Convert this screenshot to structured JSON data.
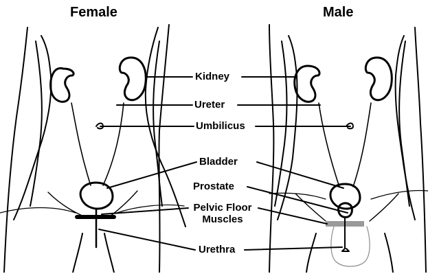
{
  "titles": {
    "female": "Female",
    "male": "Male"
  },
  "labels": {
    "kidney": "Kidney",
    "ureter": "Ureter",
    "umbilicus": "Umbilicus",
    "bladder": "Bladder",
    "prostate": "Prostate",
    "pelvic_floor_1": "Pelvic Floor",
    "pelvic_floor_2": "Muscles",
    "urethra": "Urethra"
  },
  "colors": {
    "ink": "#000000",
    "pelvic_floor_male": "#9a9a9a",
    "faint_outline": "#8a8a8a"
  }
}
